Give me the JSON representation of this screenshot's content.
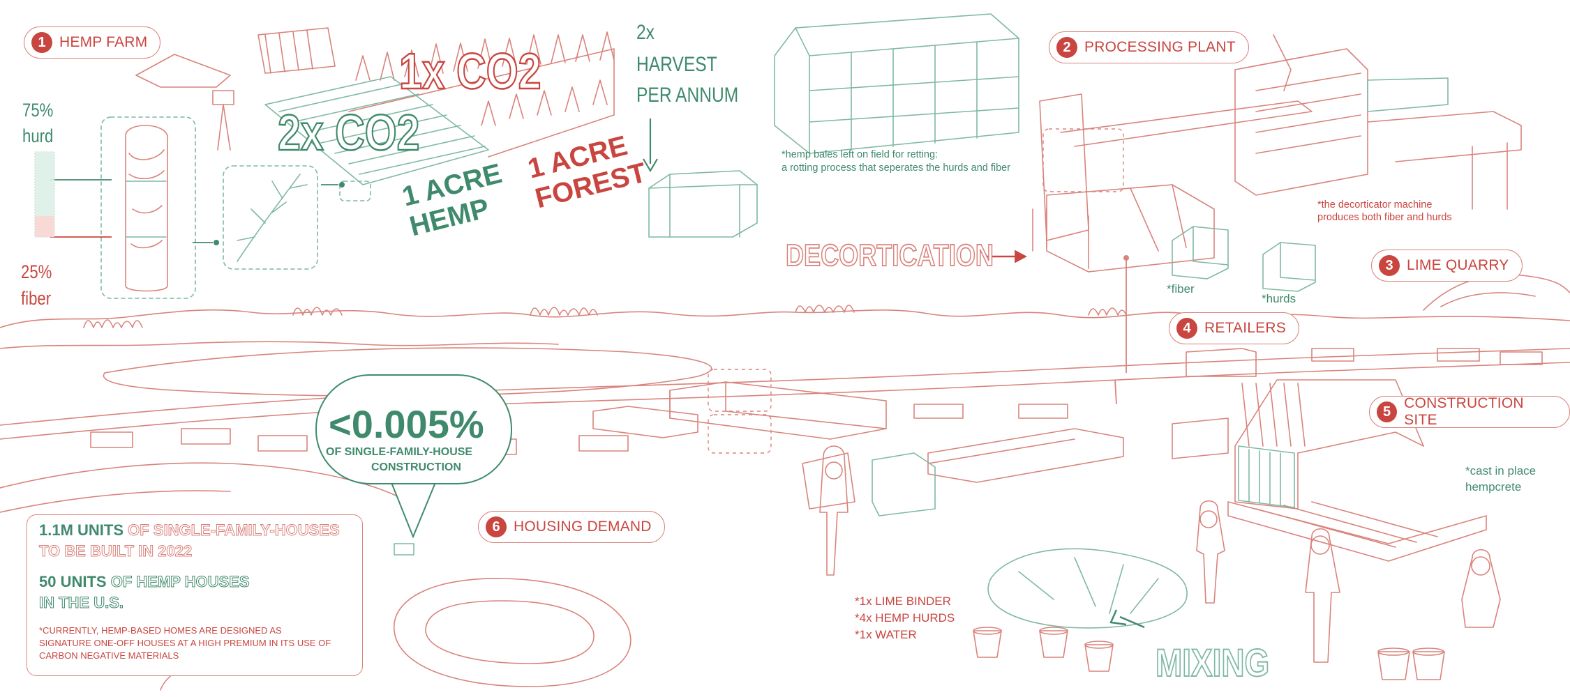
{
  "labels": {
    "hemp_farm": {
      "num": "1",
      "text": "HEMP FARM"
    },
    "processing_plant": {
      "num": "2",
      "text": "PROCESSING PLANT"
    },
    "lime_quarry": {
      "num": "3",
      "text": "LIME QUARRY"
    },
    "retailers": {
      "num": "4",
      "text": "RETAILERS"
    },
    "construction_site": {
      "num": "5",
      "text": "CONSTRUCTION SITE"
    },
    "housing_demand": {
      "num": "6",
      "text": "HOUSING DEMAND"
    }
  },
  "farm": {
    "hurd_pct": "75%",
    "hurd_label": "hurd",
    "fiber_pct": "25%",
    "fiber_label": "fiber",
    "co2_forest": "1x CO2",
    "co2_hemp": "2x CO2",
    "acre_hemp_1": "1 ACRE",
    "acre_hemp_2": "HEMP",
    "acre_forest_1": "1 ACRE",
    "acre_forest_2": "FOREST"
  },
  "harvest": {
    "line1": "2x",
    "line2": "HARVEST",
    "line3": "PER ANNUM",
    "note1": "*hemp bales left on field for retting:",
    "note2": "a rotting process that seperates the hurds and fiber"
  },
  "processing": {
    "decortication": "DECORTICATION",
    "fiber": "*fiber",
    "hurds": "*hurds",
    "note1": "*the decorticator machine",
    "note2": "produces both fiber and hurds"
  },
  "construction": {
    "note1": "*cast in place",
    "note2": "hempcrete"
  },
  "mixing": {
    "title": "MIXING",
    "r1": "*1x LIME BINDER",
    "r2": "*4x HEMP HURDS",
    "r3": "*1x WATER"
  },
  "bubble": {
    "pct": "<0.005%",
    "line1": "OF SINGLE-FAMILY-HOUSE",
    "line2": "CONSTRUCTION"
  },
  "demand": {
    "l1_bold": "1.1M UNITS",
    "l1_rest": " OF SINGLE-FAMILY-HOUSES",
    "l2": "TO BE BUILT IN 2022",
    "l3_bold": "50 UNITS",
    "l3_rest": " OF HEMP HOUSES",
    "l4": "IN THE U.S.",
    "f1": "*CURRENTLY, HEMP-BASED HOMES ARE DESIGNED AS",
    "f2": "SIGNATURE ONE-OFF HOUSES AT A HIGH PREMIUM IN ITS USE OF",
    "f3": "CARBON NEGATIVE MATERIALS"
  },
  "colors": {
    "red": "#c9453f",
    "green": "#3f8a6c",
    "pink_line": "#d9837c",
    "mint_line": "#7fb9a3"
  }
}
